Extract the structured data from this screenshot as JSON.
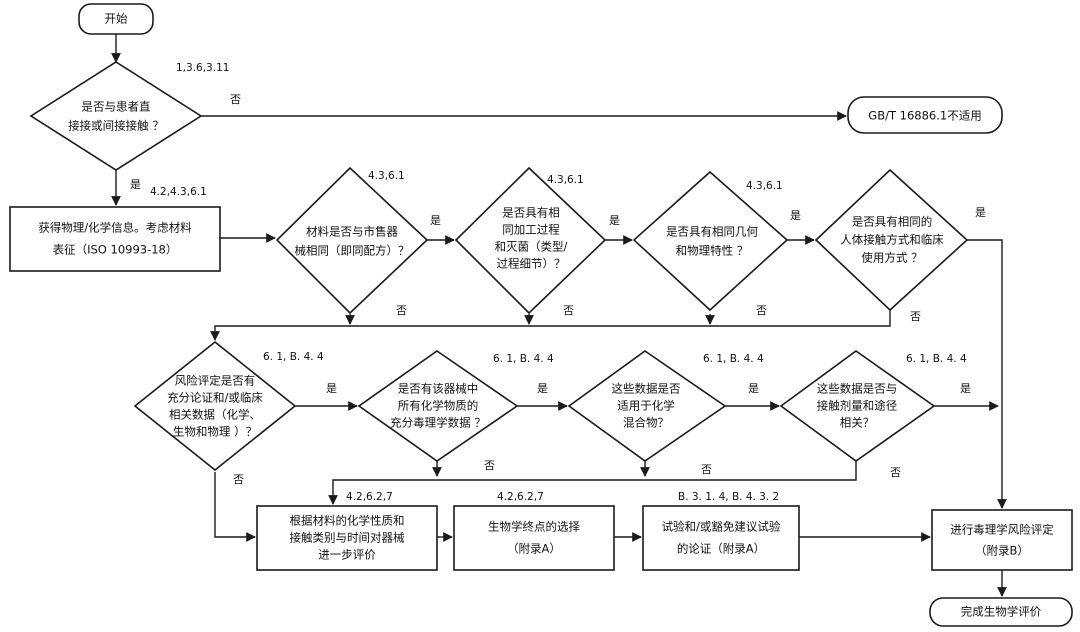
{
  "nodes": {
    "start": "开始",
    "q_contact": [
      "是否与患者直",
      "接接或间接接触 ？"
    ],
    "not_applicable": "GB/T  16886.1不适用",
    "material_info": [
      "获得物理/化学信息。考虑材料",
      "表征（ISO 10993-18）"
    ],
    "q_same_material": [
      "材料是否与市售器",
      "械相同（即同配方）？"
    ],
    "q_same_process": [
      "是否具有相",
      "同加工过程",
      "和灭菌（类型/",
      "过程细节）？"
    ],
    "q_same_geometry": [
      "是否具有相同几何",
      "和物理特性 ？"
    ],
    "q_same_use": [
      "是否具有相同的",
      "人体接触方式和临床",
      "使用方式 ？"
    ],
    "q_risk_data": [
      "风险评定是否有",
      "充分论证和/或临床",
      "相关数据（化学、",
      "生物和物理 ）？"
    ],
    "q_tox_data": [
      "是否有该器械中",
      "所有化学物质的",
      "充分毒理学数据 ？"
    ],
    "q_mixture": [
      "这些数据是否",
      "适用于化学",
      "混合物？"
    ],
    "q_dose_route": [
      "这些数据是否与",
      "接触剂量和途径",
      "相关？"
    ],
    "further_eval": [
      "根据材料的化学性质和",
      "接触类别与时间对器械",
      "进一步评价"
    ],
    "endpoint": [
      "生物学终点的选择",
      "（附录A）"
    ],
    "testing": [
      "试验和/或豁免建议试验",
      "的论证（附录A）"
    ],
    "tox_risk": [
      "进行毒理学风险评定",
      "（附录B）"
    ],
    "finish": "完成生物学评价"
  },
  "labels": {
    "yes": "是",
    "no": "否"
  },
  "refs": {
    "r_contact": "1,3.6,3.11",
    "r_info": "4.2,4.3,6.1",
    "r_mat": "4.3,6.1",
    "r_proc": "4.3,6.1",
    "r_geom": "4.3,6.1",
    "r_risk": "6. 1, B. 4. 4",
    "r_tox": "6. 1, B. 4. 4",
    "r_mix": "6. 1, B. 4. 4",
    "r_dose": "6. 1, B. 4. 4",
    "r_further": "4.2,6.2,7",
    "r_endpoint": "4.2,6.2,7",
    "r_testing": "B. 3. 1. 4, B. 4. 3. 2"
  }
}
